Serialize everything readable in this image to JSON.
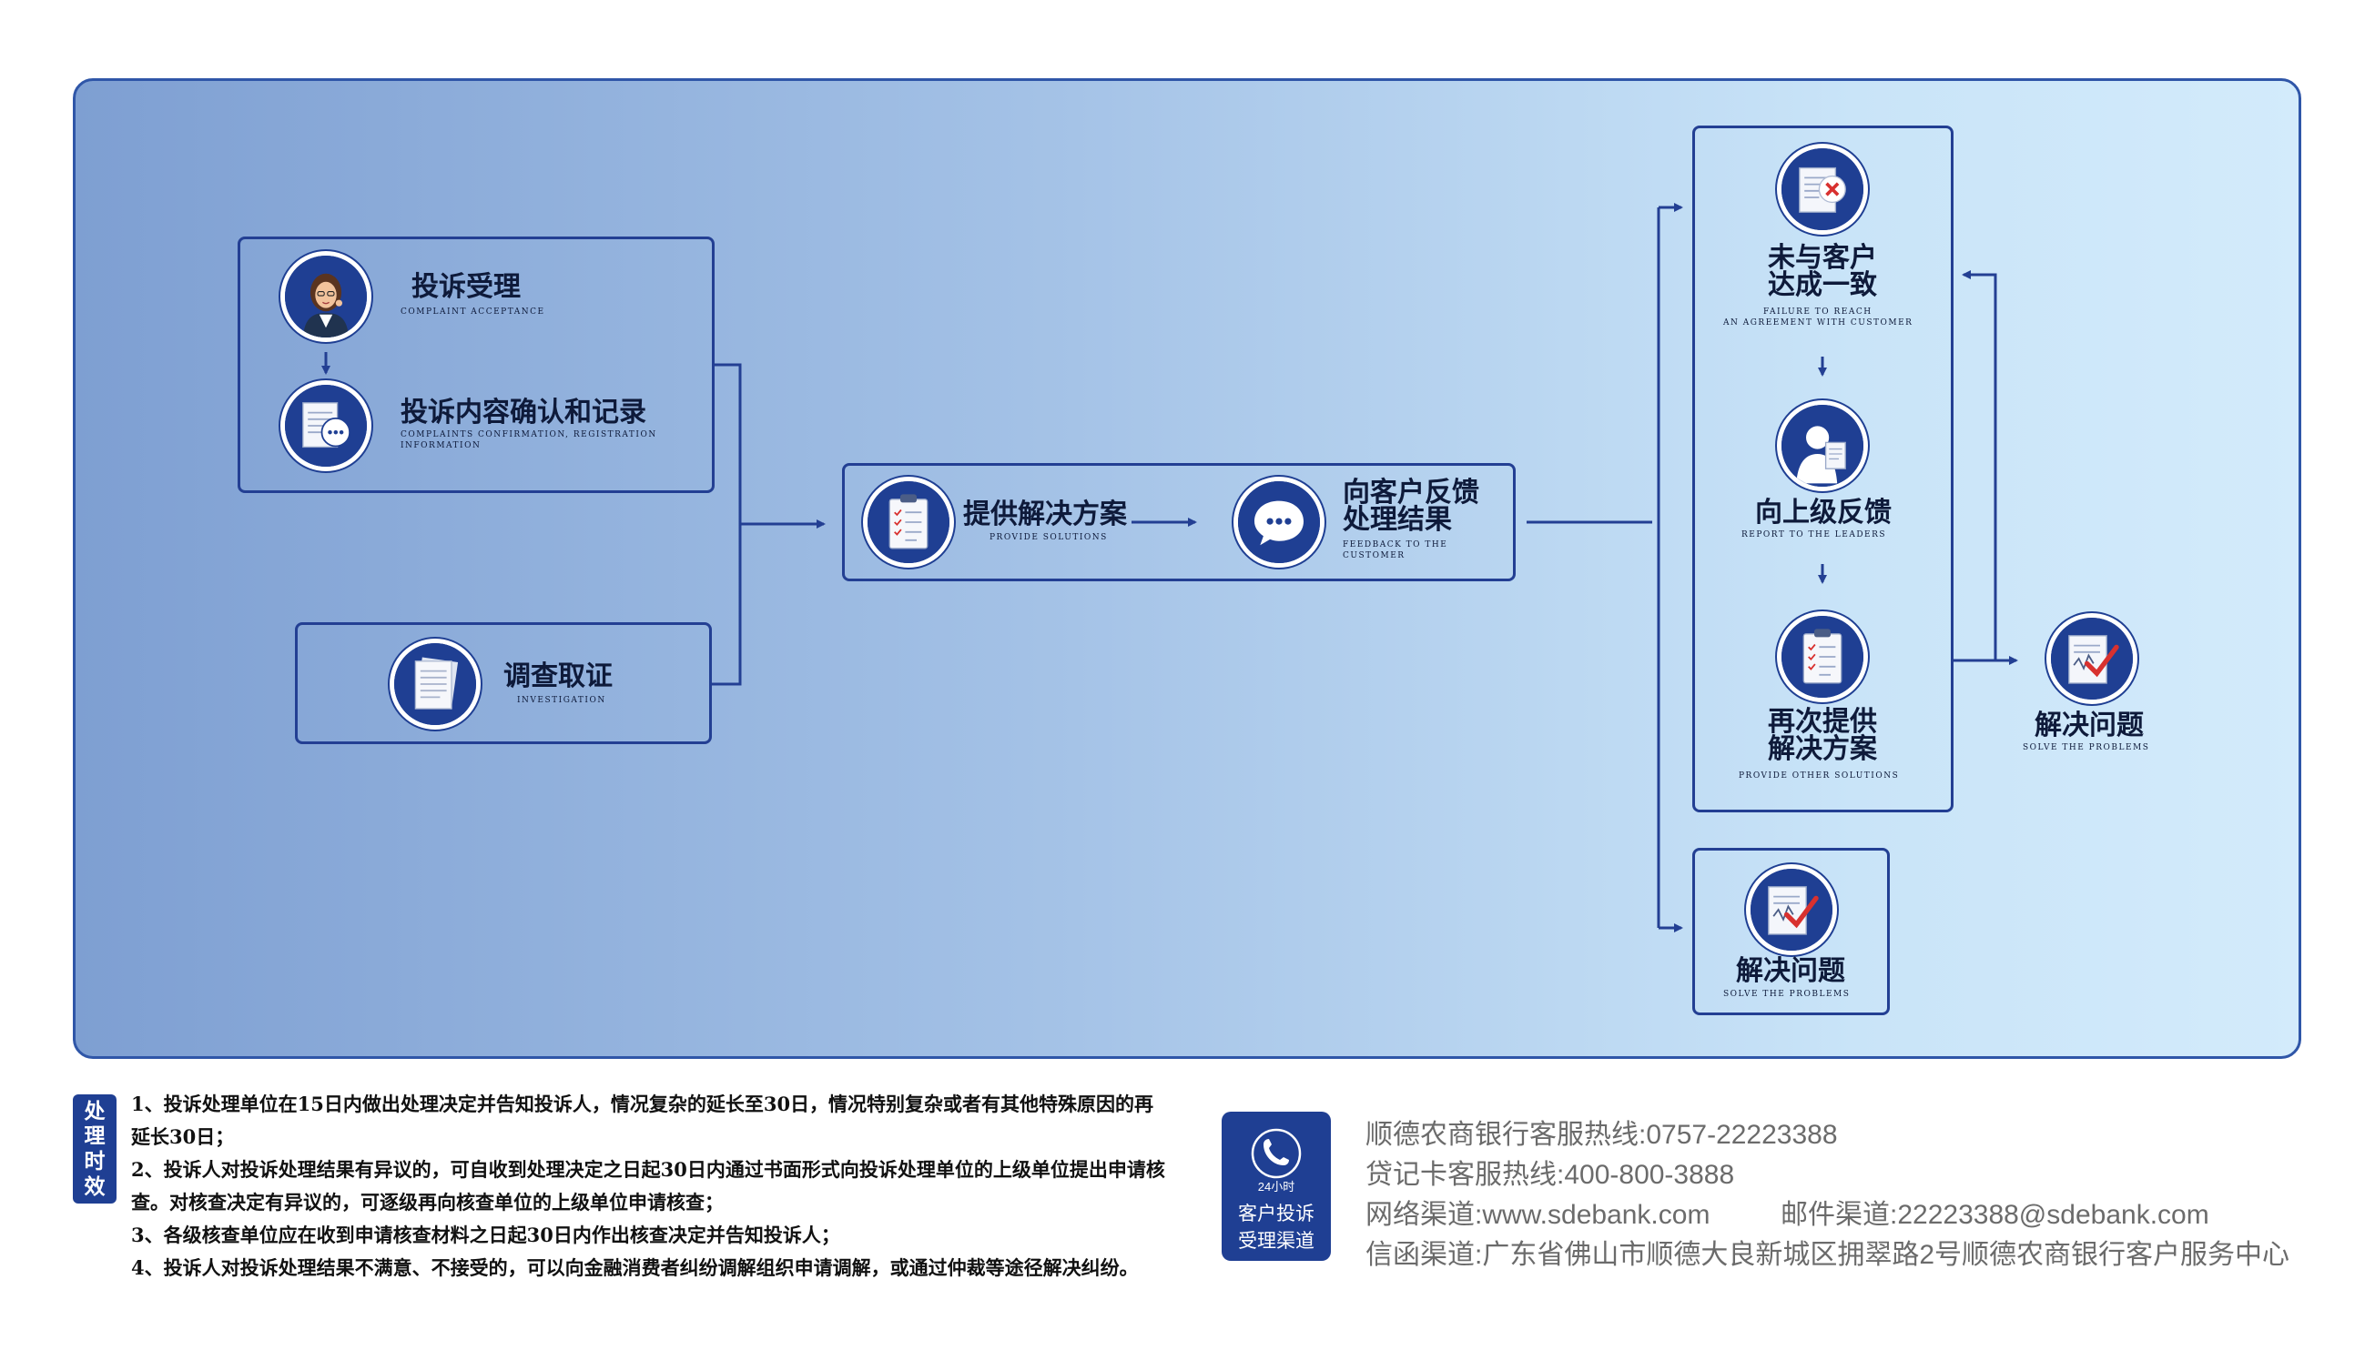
{
  "flow": {
    "accept": {
      "cn": "投诉受理",
      "en": "COMPLAINT ACCEPTANCE"
    },
    "confirm": {
      "cn": "投诉内容确认和记录",
      "en1": "COMPLAINTS CONFIRMATION, REGISTRATION",
      "en2": "INFORMATION"
    },
    "investigate": {
      "cn": "调查取证",
      "en": "INVESTIGATION"
    },
    "provide": {
      "cn": "提供解决方案",
      "en": "PROVIDE SOLUTIONS"
    },
    "feedback": {
      "cn1": "向客户反馈",
      "cn2": "处理结果",
      "en1": "FEEDBACK TO THE",
      "en2": "CUSTOMER"
    },
    "failure": {
      "cn1": "未与客户",
      "cn2": "达成一致",
      "en1": "FAILURE TO REACH",
      "en2": "AN AGREEMENT WITH CUSTOMER"
    },
    "report": {
      "cn": "向上级反馈",
      "en": "REPORT TO THE LEADERS"
    },
    "other": {
      "cn1": "再次提供",
      "cn2": "解决方案",
      "en": "PROVIDE OTHER SOLUTIONS"
    },
    "solve_right": {
      "cn": "解决问题",
      "en": "SOLVE THE PROBLEMS"
    },
    "solve_bottom": {
      "cn": "解决问题",
      "en": "SOLVE THE PROBLEMS"
    }
  },
  "timeliness": {
    "tag": [
      "处",
      "理",
      "时",
      "效"
    ],
    "notes": [
      "1、投诉处理单位在15日内做出处理决定并告知投诉人，情况复杂的延长至30日，情况特别复杂或者有其他特殊原因的再延长30日；",
      "2、投诉人对投诉处理结果有异议的，可自收到处理决定之日起30日内通过书面形式向投诉处理单位的上级单位提出申请核查。对核查决定有异议的，可逐级再向核查单位的上级单位申请核查；",
      "3、各级核查单位应在收到申请核查材料之日起30日内作出核查决定并告知投诉人；",
      "4、投诉人对投诉处理结果不满意、不接受的，可以向金融消费者纠纷调解组织申请调解，或通过仲裁等途径解决纠纷。"
    ]
  },
  "channel_badge": {
    "hours": "24小时",
    "line1": "客户投诉",
    "line2": "受理渠道"
  },
  "contacts": {
    "hotline": "顺德农商银行客服热线:0757-22223388",
    "card_hotline": "贷记卡客服热线:400-800-3888",
    "web": "网络渠道:www.sdebank.com",
    "email": "邮件渠道:22223388@sdebank.com",
    "letter": "信函渠道:广东省佛山市顺德大良新城区拥翠路2号顺德农商银行客户服务中心"
  },
  "colors": {
    "accent": "#1f3f93",
    "line": "#233f93",
    "check": "#d8312f"
  }
}
